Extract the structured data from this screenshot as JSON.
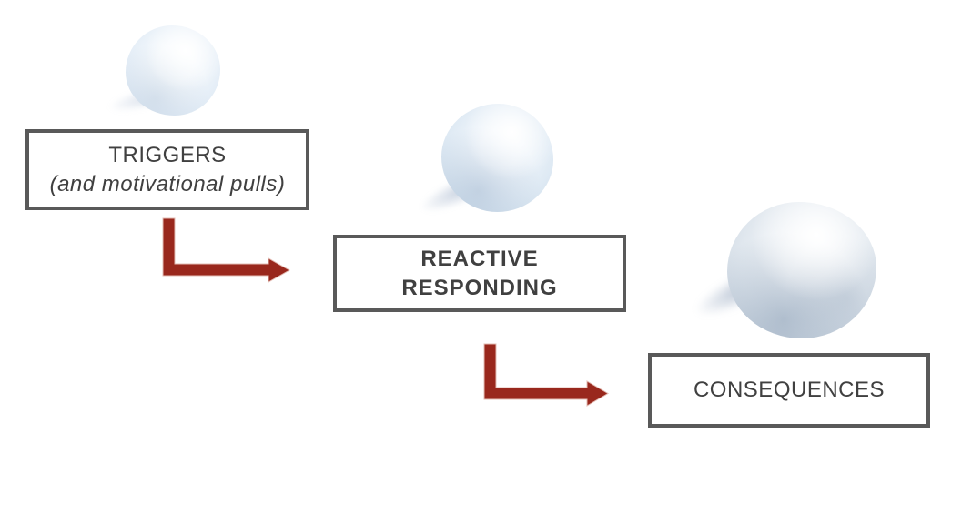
{
  "diagram": {
    "boxes": {
      "triggers": {
        "title": "TRIGGERS",
        "subtitle": "(and motivational pulls)"
      },
      "reactive": {
        "line1": "REACTIVE",
        "line2": "RESPONDING"
      },
      "consequences": {
        "label": "CONSEQUENCES"
      }
    },
    "snowballs": {
      "small": "snowball-small",
      "medium": "snowball-medium",
      "large": "snowball-large"
    },
    "colors": {
      "arrow_red": "#99281d",
      "arrow_outline": "#e3bcb4",
      "box_border": "#595959",
      "text": "#404040",
      "snowball_base": "#dfeaf4",
      "snowball_shade": "#c6d1dd",
      "background": "#ffffff"
    }
  }
}
